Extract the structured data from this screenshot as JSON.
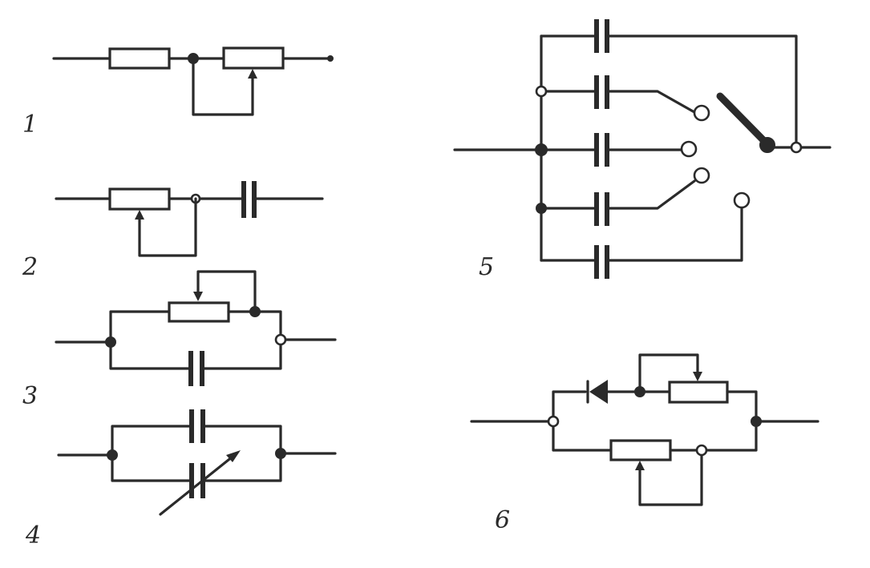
{
  "figures": [
    {
      "id": "1",
      "label": "1"
    },
    {
      "id": "2",
      "label": "2"
    },
    {
      "id": "3",
      "label": "3"
    },
    {
      "id": "4",
      "label": "4"
    },
    {
      "id": "5",
      "label": "5"
    },
    {
      "id": "6",
      "label": "6"
    }
  ],
  "colors": {
    "ink": "#2a2a2a",
    "paper": "#ffffff"
  }
}
